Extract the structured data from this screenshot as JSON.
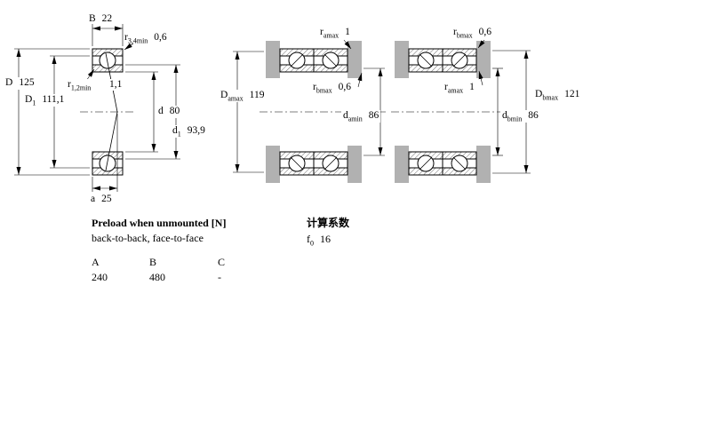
{
  "drawing": {
    "left": {
      "B": {
        "base": "B",
        "sub": "",
        "value": "22"
      },
      "r34": {
        "base": "r",
        "sub": "3,4min",
        "value": "0,6"
      },
      "D": {
        "base": "D",
        "sub": "",
        "value": "125"
      },
      "r12": {
        "base": "r",
        "sub": "1,2min",
        "value": "1,1"
      },
      "D1": {
        "base": "D",
        "sub": "1",
        "value": "111,1"
      },
      "d": {
        "base": "d",
        "sub": "",
        "value": "80"
      },
      "d1": {
        "base": "d",
        "sub": "1",
        "value": "93,9"
      },
      "a": {
        "base": "a",
        "sub": "",
        "value": "25"
      }
    },
    "middle": {
      "ra": {
        "base": "r",
        "sub": "amax",
        "value": "1"
      },
      "Da": {
        "base": "D",
        "sub": "amax",
        "value": "119"
      },
      "rb": {
        "base": "r",
        "sub": "bmax",
        "value": "0,6"
      },
      "da": {
        "base": "d",
        "sub": "amin",
        "value": "86"
      }
    },
    "right": {
      "rb": {
        "base": "r",
        "sub": "bmax",
        "value": "0,6"
      },
      "ra": {
        "base": "r",
        "sub": "amax",
        "value": "1"
      },
      "Db": {
        "base": "D",
        "sub": "bmax",
        "value": "121"
      },
      "db": {
        "base": "d",
        "sub": "bmin",
        "value": "86"
      }
    }
  },
  "preload": {
    "title": "Preload when unmounted [N]",
    "subtitle": "back-to-back, face-to-face",
    "columns": [
      "A",
      "B",
      "C"
    ],
    "values": [
      "240",
      "480",
      "-"
    ]
  },
  "calculation": {
    "title": "计算系数",
    "f0": {
      "base": "f",
      "sub": "0",
      "value": "16"
    }
  }
}
